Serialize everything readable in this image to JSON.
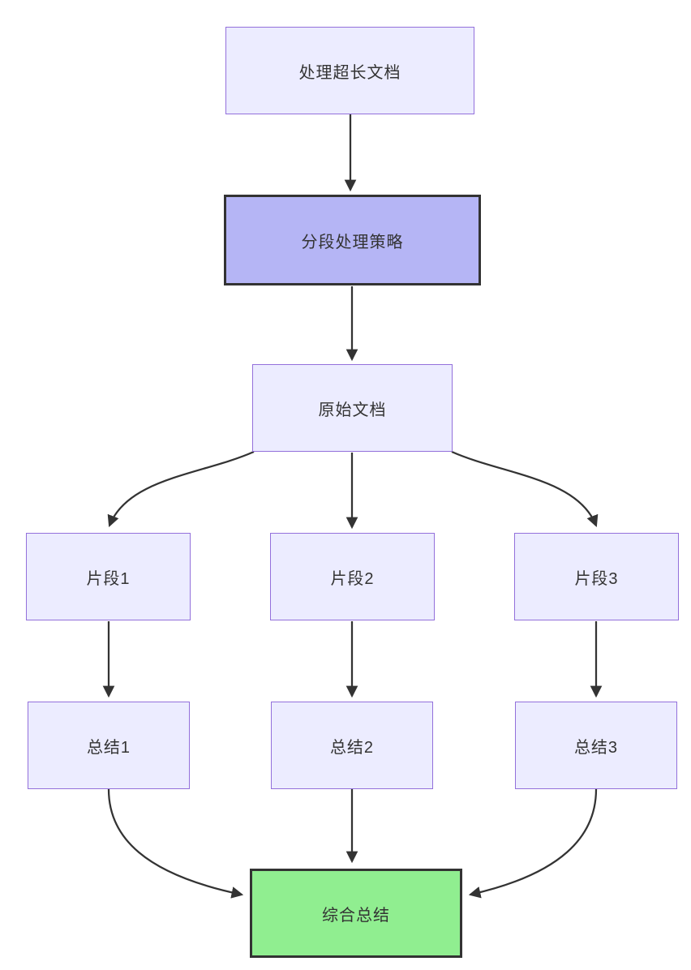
{
  "diagram": {
    "type": "flowchart-top-down",
    "background": "#ffffff",
    "colors": {
      "background": "#ffffff",
      "node_fill": "#ECECFF",
      "node_border": "#9370DB",
      "highlight_fill": "#b5b5f5",
      "highlight_border": "#333333",
      "result_fill": "#90ee90",
      "result_border": "#333333",
      "edge_color": "#333333",
      "text_color": "#333333"
    },
    "nodes": [
      {
        "id": "process-long-doc",
        "label": "处理超长文档",
        "type": "default"
      },
      {
        "id": "segment-strategy",
        "label": "分段处理策略",
        "type": "highlight"
      },
      {
        "id": "original-doc",
        "label": "原始文档",
        "type": "default"
      },
      {
        "id": "segment-1",
        "label": "片段1",
        "type": "default"
      },
      {
        "id": "segment-2",
        "label": "片段2",
        "type": "default"
      },
      {
        "id": "segment-3",
        "label": "片段3",
        "type": "default"
      },
      {
        "id": "summary-1",
        "label": "总结1",
        "type": "default"
      },
      {
        "id": "summary-2",
        "label": "总结2",
        "type": "default"
      },
      {
        "id": "summary-3",
        "label": "总结3",
        "type": "default"
      },
      {
        "id": "final-summary",
        "label": "综合总结",
        "type": "result"
      }
    ],
    "edges": [
      {
        "from": "process-long-doc",
        "to": "segment-strategy"
      },
      {
        "from": "segment-strategy",
        "to": "original-doc"
      },
      {
        "from": "original-doc",
        "to": "segment-1"
      },
      {
        "from": "original-doc",
        "to": "segment-2"
      },
      {
        "from": "original-doc",
        "to": "segment-3"
      },
      {
        "from": "segment-1",
        "to": "summary-1"
      },
      {
        "from": "segment-2",
        "to": "summary-2"
      },
      {
        "from": "segment-3",
        "to": "summary-3"
      },
      {
        "from": "summary-1",
        "to": "final-summary"
      },
      {
        "from": "summary-2",
        "to": "final-summary"
      },
      {
        "from": "summary-3",
        "to": "final-summary"
      }
    ]
  }
}
